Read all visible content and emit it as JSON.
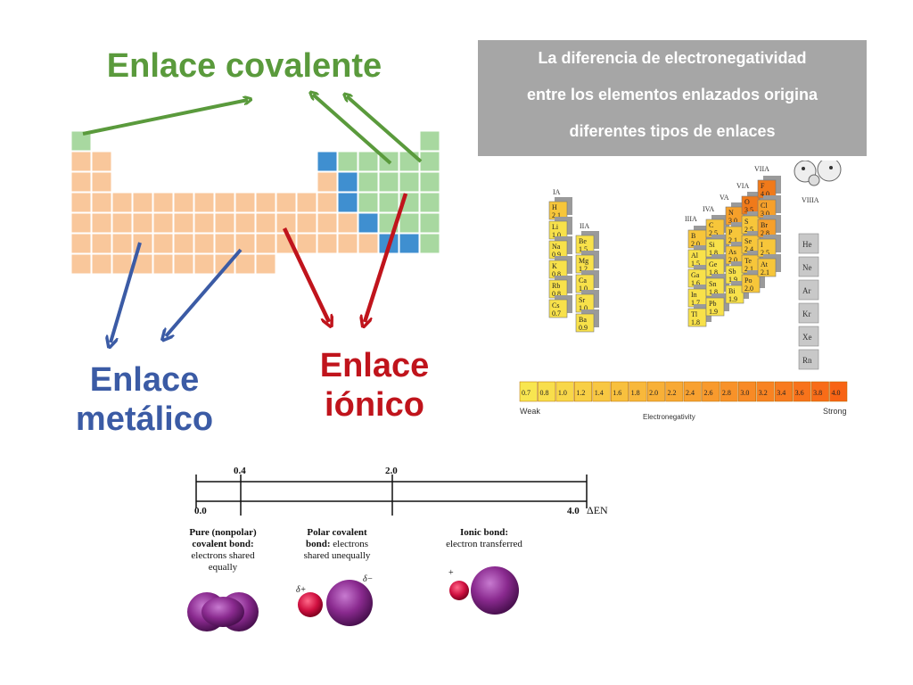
{
  "labels": {
    "covalent": "Enlace covalente",
    "metallic_1": "Enlace",
    "metallic_2": "metálico",
    "ionic_1": "Enlace",
    "ionic_2": "iónico"
  },
  "info_box": {
    "line1": "La diferencia de electronegatividad",
    "line2": "entre los elementos enlazados origina",
    "line3": "diferentes tipos de enlaces"
  },
  "colors": {
    "covalent": "#5a9a3c",
    "metallic": "#3b5ba5",
    "ionic": "#c0141c",
    "table_metal": "#f9c79b",
    "table_nonmetal": "#a8d8a0",
    "table_blue": "#3f8fd0",
    "info_box": "#a6a6a6"
  },
  "en_chart": {
    "group_labels": [
      "IA",
      "IIA",
      "IIIA",
      "IVA",
      "VA",
      "VIA",
      "VIIA",
      "VIIIA"
    ],
    "group1": [
      [
        "H",
        "2.1"
      ],
      [
        "Li",
        "1.0"
      ],
      [
        "Na",
        "0.9"
      ],
      [
        "K",
        "0.8"
      ],
      [
        "Rb",
        "0.8"
      ],
      [
        "Cs",
        "0.7"
      ]
    ],
    "group2": [
      [
        "Be",
        "1.5"
      ],
      [
        "Mg",
        "1.2"
      ],
      [
        "Ca",
        "1.0"
      ],
      [
        "Sr",
        "1.0"
      ],
      [
        "Ba",
        "0.9"
      ]
    ],
    "group13": [
      [
        "B",
        "2.0"
      ],
      [
        "Al",
        "1.5"
      ],
      [
        "Ga",
        "1.6"
      ],
      [
        "In",
        "1.7"
      ],
      [
        "Tl",
        "1.8"
      ]
    ],
    "group14": [
      [
        "C",
        "2.5"
      ],
      [
        "Si",
        "1.8"
      ],
      [
        "Ge",
        "1.8"
      ],
      [
        "Sn",
        "1.8"
      ],
      [
        "Pb",
        "1.9"
      ]
    ],
    "group15": [
      [
        "N",
        "3.0"
      ],
      [
        "P",
        "2.1"
      ],
      [
        "As",
        "2.0"
      ],
      [
        "Sb",
        "1.9"
      ],
      [
        "Bi",
        "1.9"
      ]
    ],
    "group16": [
      [
        "O",
        "3.5"
      ],
      [
        "S",
        "2.5"
      ],
      [
        "Se",
        "2.4"
      ],
      [
        "Te",
        "2.1"
      ],
      [
        "Po",
        "2.0"
      ]
    ],
    "group17": [
      [
        "F",
        "4.0"
      ],
      [
        "Cl",
        "3.0"
      ],
      [
        "Br",
        "2.8"
      ],
      [
        "I",
        "2.5"
      ],
      [
        "At",
        "2.1"
      ]
    ],
    "noble": [
      "He",
      "Ne",
      "Ar",
      "Kr",
      "Xe",
      "Rn"
    ],
    "scale": [
      "0.7",
      "0.8",
      "1.0",
      "1.2",
      "1.4",
      "1.6",
      "1.8",
      "2.0",
      "2.2",
      "2.4",
      "2.6",
      "2.8",
      "3.0",
      "3.2",
      "3.4",
      "3.6",
      "3.8",
      "4.0"
    ],
    "weak": "Weak",
    "strong": "Strong",
    "axis_label": "Electronegativity"
  },
  "bond_scale": {
    "tick_04": "0.4",
    "tick_20": "2.0",
    "tick_00": "0.0",
    "tick_40": "4.0",
    "axis": "ΔEN",
    "pure_1": "Pure (nonpolar)",
    "pure_2": "covalent bond:",
    "pure_3": "electrons shared",
    "pure_4": "equally",
    "polar_1": "Polar covalent",
    "polar_2a": "bond:",
    "polar_2b": " electrons",
    "polar_3": "shared unequally",
    "ionic_1": "Ionic bond:",
    "ionic_2": "electron transferred",
    "delta_plus": "δ+",
    "delta_minus": "δ−"
  }
}
